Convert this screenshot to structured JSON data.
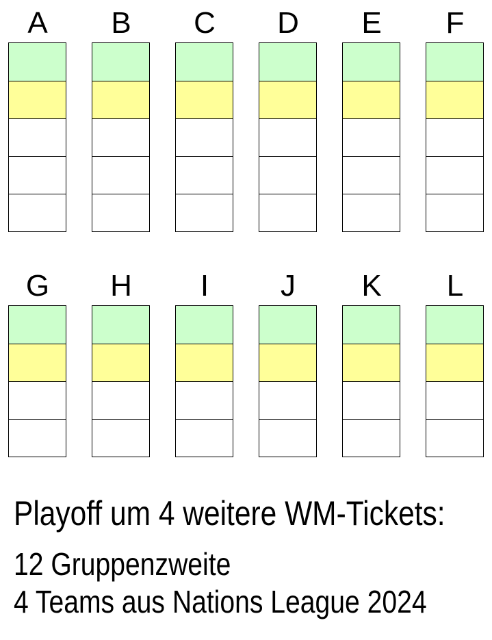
{
  "colors": {
    "green": "#CCFFCC",
    "yellow": "#FFFF99",
    "white": "#FFFFFF",
    "border": "#000000",
    "text": "#000000"
  },
  "rows": [
    {
      "name": "group-row-1",
      "groups": [
        {
          "label": "A",
          "cells": [
            "green",
            "yellow",
            "white",
            "white",
            "white"
          ]
        },
        {
          "label": "B",
          "cells": [
            "green",
            "yellow",
            "white",
            "white",
            "white"
          ]
        },
        {
          "label": "C",
          "cells": [
            "green",
            "yellow",
            "white",
            "white",
            "white"
          ]
        },
        {
          "label": "D",
          "cells": [
            "green",
            "yellow",
            "white",
            "white",
            "white"
          ]
        },
        {
          "label": "E",
          "cells": [
            "green",
            "yellow",
            "white",
            "white",
            "white"
          ]
        },
        {
          "label": "F",
          "cells": [
            "green",
            "yellow",
            "white",
            "white",
            "white"
          ]
        }
      ]
    },
    {
      "name": "group-row-2",
      "groups": [
        {
          "label": "G",
          "cells": [
            "green",
            "yellow",
            "white",
            "white"
          ]
        },
        {
          "label": "H",
          "cells": [
            "green",
            "yellow",
            "white",
            "white"
          ]
        },
        {
          "label": "I",
          "cells": [
            "green",
            "yellow",
            "white",
            "white"
          ]
        },
        {
          "label": "J",
          "cells": [
            "green",
            "yellow",
            "white",
            "white"
          ]
        },
        {
          "label": "K",
          "cells": [
            "green",
            "yellow",
            "white",
            "white"
          ]
        },
        {
          "label": "L",
          "cells": [
            "green",
            "yellow",
            "white",
            "white"
          ]
        }
      ]
    }
  ],
  "footer": {
    "title": "Playoff um 4 weitere WM-Tickets:",
    "line1": "12 Gruppenzweite",
    "line2": "4 Teams aus Nations League 2024"
  }
}
